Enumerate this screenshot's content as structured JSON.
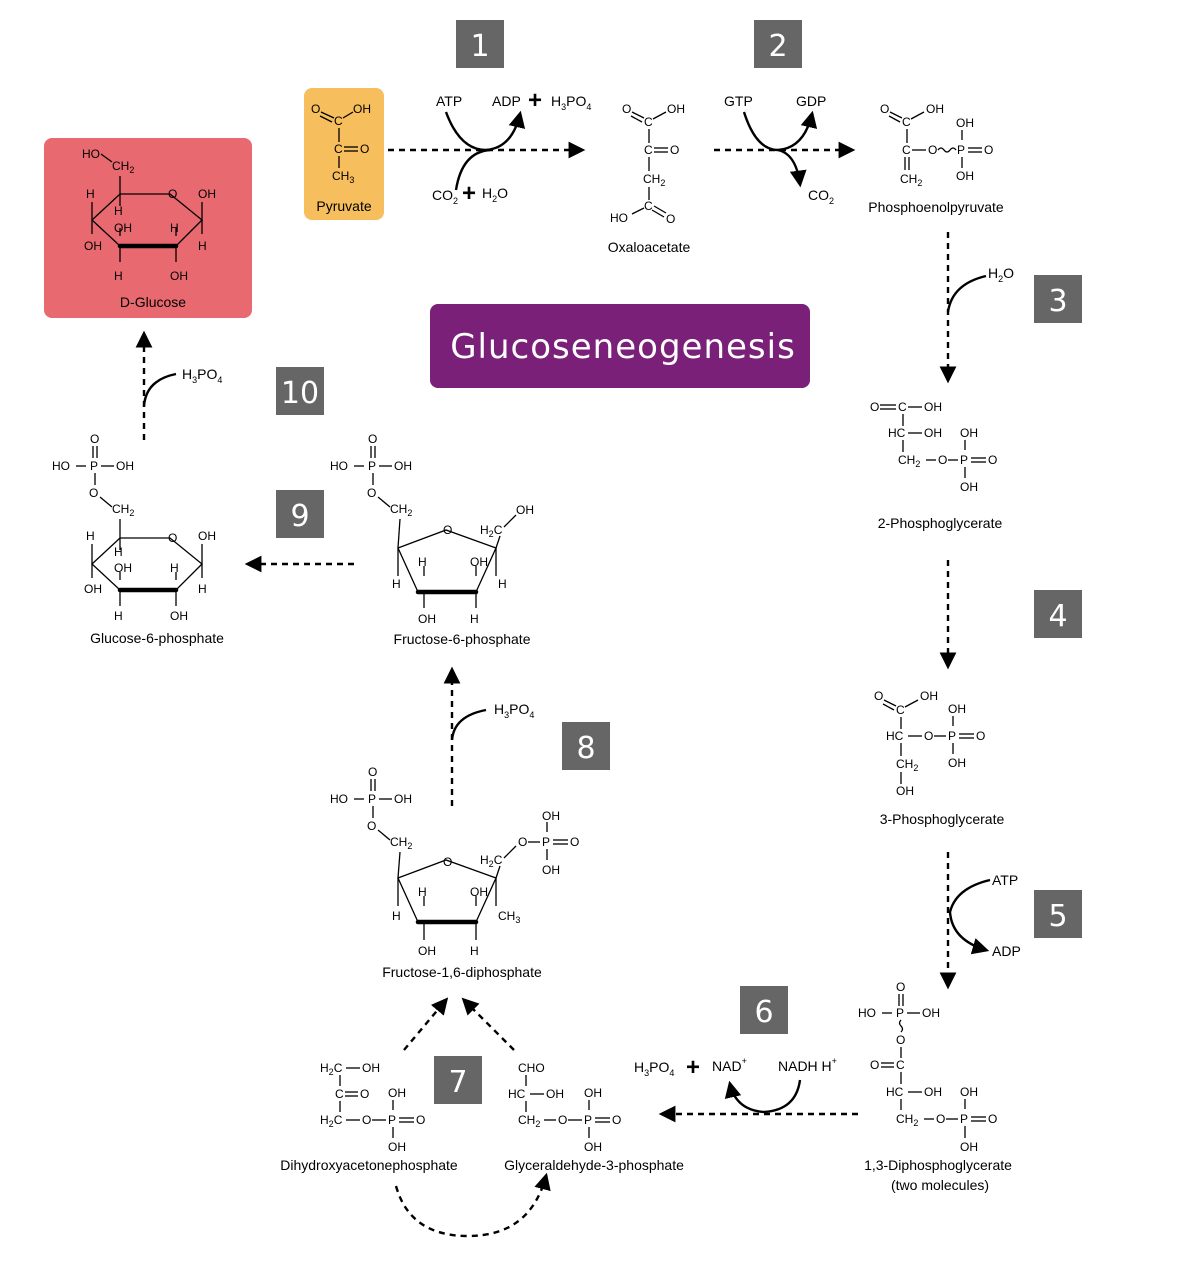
{
  "title": "Glucoseneogenesis",
  "colors": {
    "title_bg": "#7a2079",
    "pyruvate_bg": "#f6be5c",
    "glucose_bg": "#e8696f",
    "step_bg": "#666666"
  },
  "steps": [
    "1",
    "2",
    "3",
    "4",
    "5",
    "6",
    "7",
    "8",
    "9",
    "10"
  ],
  "compounds": {
    "pyruvate": "Pyruvate",
    "oxaloacetate": "Oxaloacetate",
    "pep": "Phosphoenolpyruvate",
    "pg2": "2-Phosphoglycerate",
    "pg3": "3-Phosphoglycerate",
    "dpg": "1,3-Diphosphoglycerate",
    "dpg_note": "(two molecules)",
    "dhap": "Dihydroxyacetonephosphate",
    "g3p": "Glyceraldehyde-3-phosphate",
    "f16dp": "Fructose-1,6-diphosphate",
    "f6p": "Fructose-6-phosphate",
    "g6p": "Glucose-6-phosphate",
    "glucose": "D-Glucose"
  },
  "cofactors": {
    "atp": "ATP",
    "adp": "ADP",
    "gtp": "GTP",
    "gdp": "GDP",
    "co2": "CO",
    "h3po4": "H",
    "h2o": "H",
    "nad": "NAD",
    "nadh": "NADH H",
    "plus": "+"
  }
}
